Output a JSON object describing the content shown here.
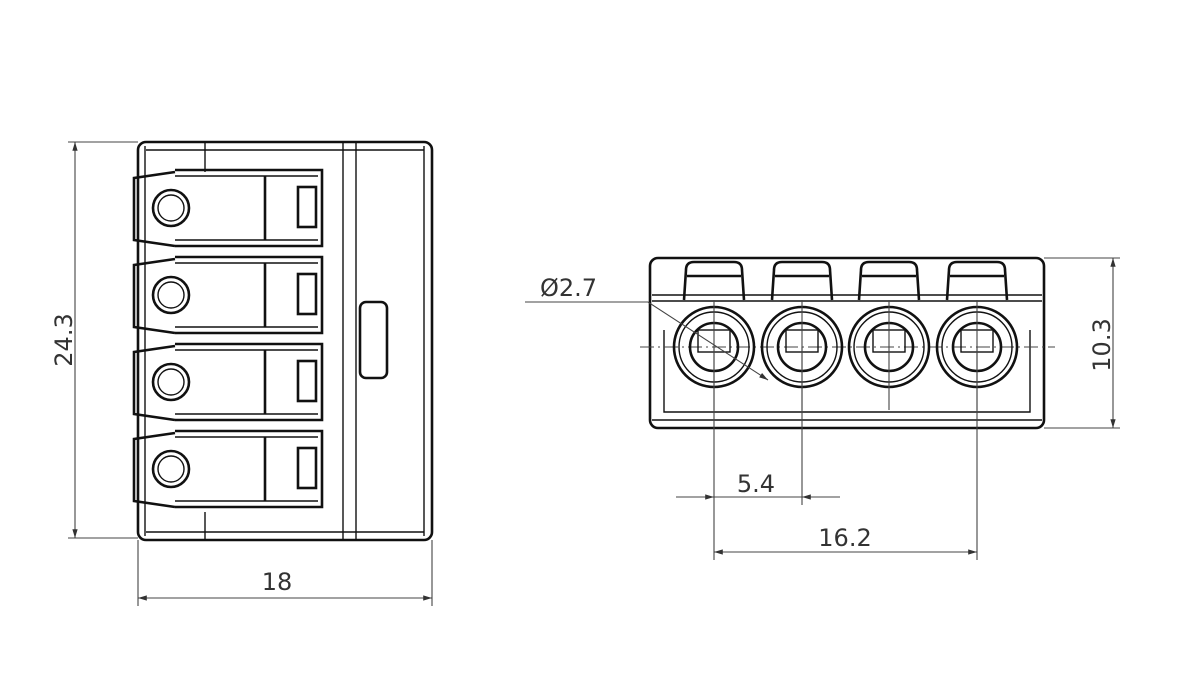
{
  "drawing": {
    "side_view": {
      "height_dim": "24.3",
      "width_dim": "18"
    },
    "front_view": {
      "hole_diameter_dim": "Ø2.7",
      "pitch_dim": "5.4",
      "span_dim": "16.2",
      "height_dim": "10.3"
    },
    "line_color": "#111111"
  }
}
